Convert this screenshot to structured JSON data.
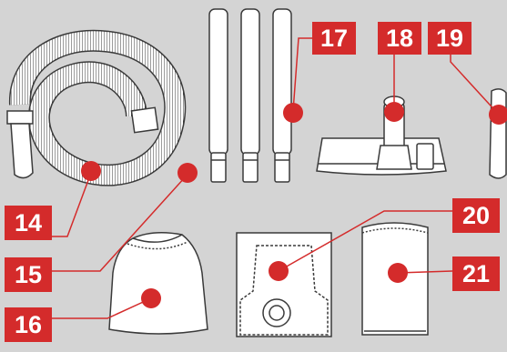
{
  "colors": {
    "background": "#d4d4d4",
    "accent": "#d42b2b",
    "part_fill": "#ffffff",
    "part_stroke": "#3a3a3a"
  },
  "callouts": {
    "hose": "14",
    "extension_wands": "15",
    "filter_bag": "16",
    "crevice_tool": "17",
    "floor_nozzle": "18",
    "narrow_crevice_tool": "19",
    "paper_dust_bag": "20",
    "cloth_filter": "21"
  }
}
